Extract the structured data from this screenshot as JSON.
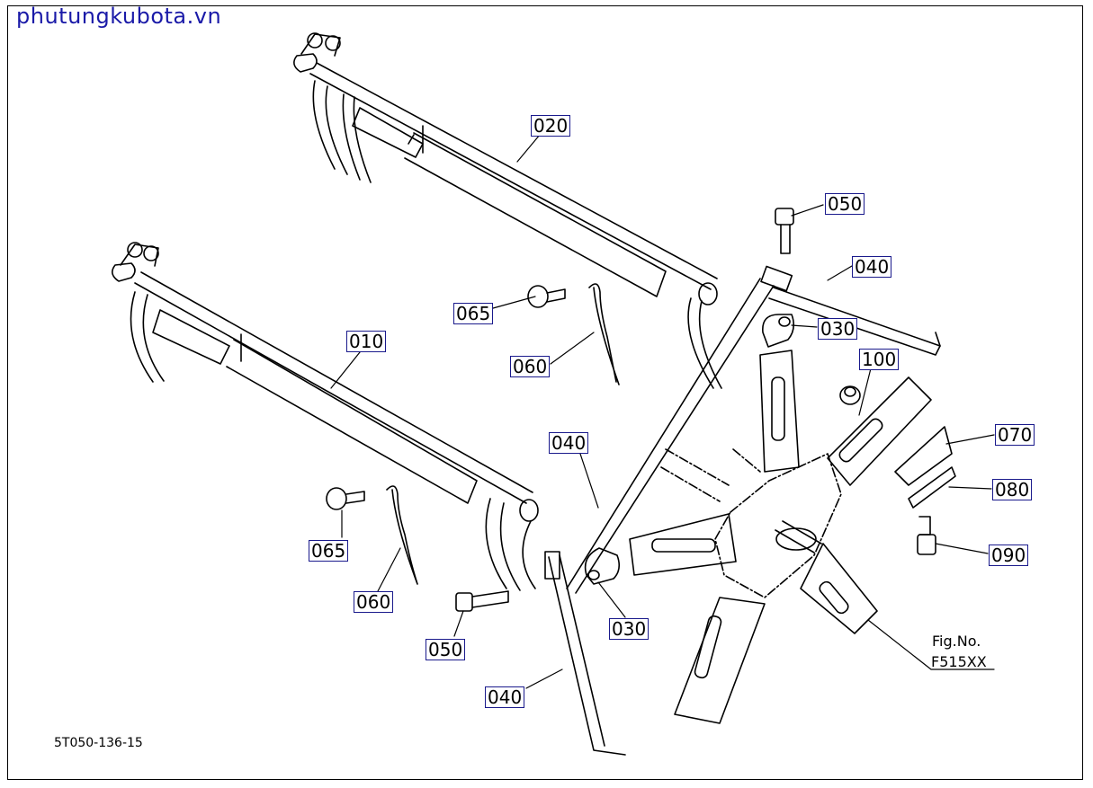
{
  "watermark": "phutungkubota.vn",
  "drawing_number": "5T050-136-15",
  "figure_ref": {
    "label": "Fig.No.",
    "code": "F515XX"
  },
  "parts": [
    {
      "id": "p020",
      "number": "020"
    },
    {
      "id": "p050a",
      "number": "050"
    },
    {
      "id": "p040a",
      "number": "040"
    },
    {
      "id": "p030a",
      "number": "030"
    },
    {
      "id": "p065a",
      "number": "065"
    },
    {
      "id": "p060a",
      "number": "060"
    },
    {
      "id": "p010",
      "number": "010"
    },
    {
      "id": "p100",
      "number": "100"
    },
    {
      "id": "p070",
      "number": "070"
    },
    {
      "id": "p040b",
      "number": "040"
    },
    {
      "id": "p080",
      "number": "080"
    },
    {
      "id": "p065b",
      "number": "065"
    },
    {
      "id": "p090",
      "number": "090"
    },
    {
      "id": "p060b",
      "number": "060"
    },
    {
      "id": "p030b",
      "number": "030"
    },
    {
      "id": "p050b",
      "number": "050"
    },
    {
      "id": "p040c",
      "number": "040"
    }
  ]
}
